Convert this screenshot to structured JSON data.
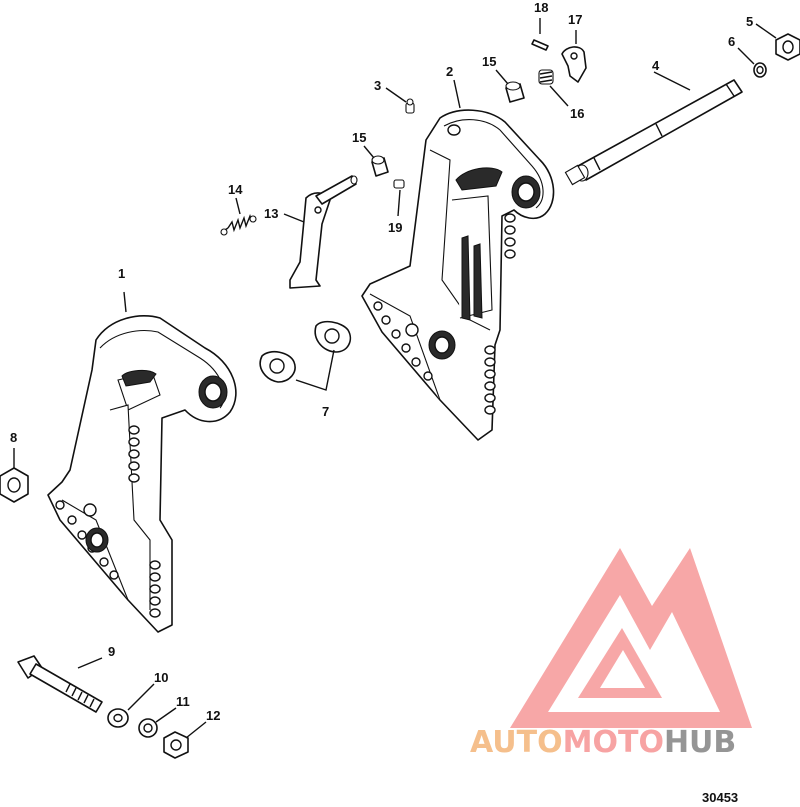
{
  "diagram": {
    "callouts": [
      "1",
      "2",
      "3",
      "4",
      "5",
      "6",
      "7",
      "8",
      "9",
      "10",
      "11",
      "12",
      "13",
      "14",
      "15",
      "15",
      "16",
      "17",
      "18",
      "19"
    ],
    "drawing_number": "30453"
  },
  "watermark": {
    "text_part1": "AUTO",
    "text_part2": "MOTO",
    "text_part3": "HUB",
    "colors": {
      "auto": "#f5b980",
      "moto": "#f79a9a",
      "hub": "#8a8a8a",
      "logo": "#f58a8a"
    }
  }
}
